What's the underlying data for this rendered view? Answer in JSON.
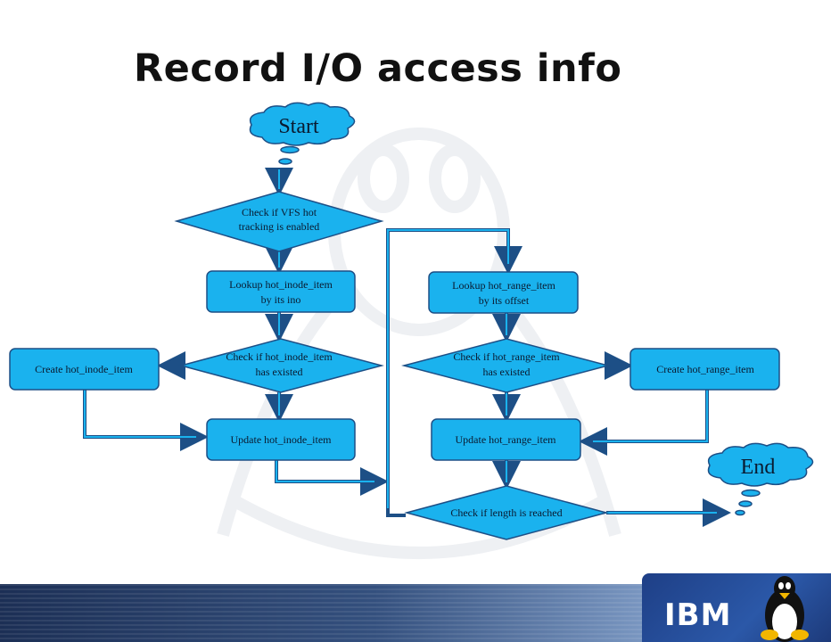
{
  "slide": {
    "title": "Record I/O access info"
  },
  "flowchart": {
    "start": "Start",
    "end": "End",
    "check_vfs": [
      "Check if VFS hot",
      "tracking is enabled"
    ],
    "lookup_inode": [
      "Lookup hot_inode_item",
      "by its ino"
    ],
    "check_inode": [
      "Check if hot_inode_item",
      "has existed"
    ],
    "create_inode": "Create hot_inode_item",
    "update_inode": "Update hot_inode_item",
    "lookup_range": [
      "Lookup hot_range_item",
      "by its offset"
    ],
    "check_range": [
      "Check if hot_range_item",
      "has existed"
    ],
    "create_range": "Create hot_range_item",
    "update_range": "Update hot_range_item",
    "check_length": "Check if length is reached"
  },
  "footer": {
    "logo": "IBM"
  },
  "colors": {
    "node_fill": "#1ab2ee",
    "node_stroke": "#1d4f86"
  }
}
